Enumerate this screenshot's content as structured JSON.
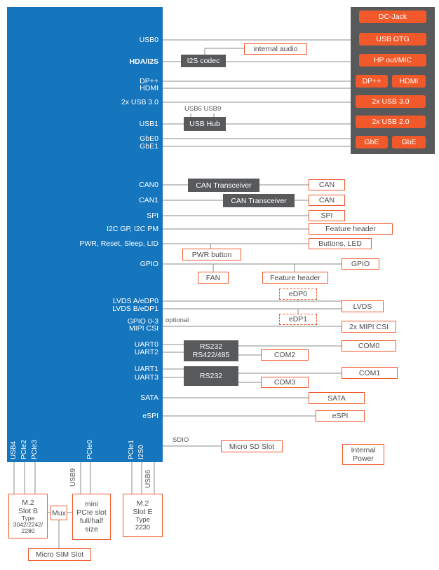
{
  "module": {
    "ports_right": [
      "USB0",
      "HDA/I2S",
      "DP++",
      "HDMI",
      "2x USB 3.0",
      "USB1",
      "GbE0",
      "GbE1",
      "CAN0",
      "CAN1",
      "SPI",
      "I2C GP, I2C PM",
      "PWR, Reset, Sleep, LID",
      "GPIO",
      "LVDS A/eDP0",
      "LVDS B/eDP1",
      "GPIO 0-3",
      "MIPI CSI",
      "UART0",
      "UART2",
      "UART1",
      "UART3",
      "SATA",
      "eSPI"
    ],
    "ports_bottom": [
      "USB4",
      "PCIe2",
      "PCIe3",
      "PCIe0",
      "PCIe1",
      "I2S0"
    ],
    "ports_below": [
      "USB9",
      "USB6"
    ]
  },
  "io_panel": {
    "dc_jack": "DC-Jack",
    "usb_otg": "USB OTG",
    "hp_out_mic": "HP out/MIC",
    "dp": "DP++",
    "hdmi": "HDMI",
    "usb30": "2x USB 3.0",
    "usb20": "2x USB 2.0",
    "gbe_a": "GbE",
    "gbe_b": "GbE"
  },
  "chips": {
    "i2s_codec": "I2S codec",
    "usb_hub": "USB Hub",
    "usb_hub_inputs": "USB6  USB9",
    "can_transceiver_a": "CAN Transceiver",
    "can_transceiver_b": "CAN Transceiver",
    "rs232_a_line1": "RS232",
    "rs232_a_line2": "RS422/485",
    "rs232_b": "RS232"
  },
  "connectors": {
    "internal_audio": "internal audio",
    "can_a": "CAN",
    "can_b": "CAN",
    "spi": "SPI",
    "feature_header_a": "Feature header",
    "buttons_led": "Buttons, LED",
    "pwr_button": "PWR button",
    "gpio": "GPIO",
    "fan": "FAN",
    "feature_header_b": "Feature header",
    "edp0": "eDP0",
    "lvds": "LVDS",
    "edp1": "eDP1",
    "mipi_csi": "2x MIPI CSI",
    "com0": "COM0",
    "com2": "COM2",
    "com1": "COM1",
    "com3": "COM3",
    "sata": "SATA",
    "espi": "eSPI",
    "micro_sd": "Micro SD Slot",
    "internal_power_l1": "Internal",
    "internal_power_l2": "Power",
    "m2_slot_b": [
      "M.2",
      "Slot B",
      "Type",
      "3042/2242/",
      "2280"
    ],
    "mux": "Mux",
    "mini_pcie": [
      "mini",
      "PCIe slot",
      "full/half",
      "size"
    ],
    "m2_slot_e": [
      "M.2",
      "Slot E",
      "Type",
      "2230"
    ],
    "micro_sim": "Micro SIM Slot"
  },
  "annotations": {
    "optional": "optional",
    "sdio": "SDIO"
  },
  "colors": {
    "module_blue": "#1575bd",
    "accent_orange": "#f1592a",
    "dark_gray": "#58595b",
    "line_gray": "#8a8c8e"
  }
}
